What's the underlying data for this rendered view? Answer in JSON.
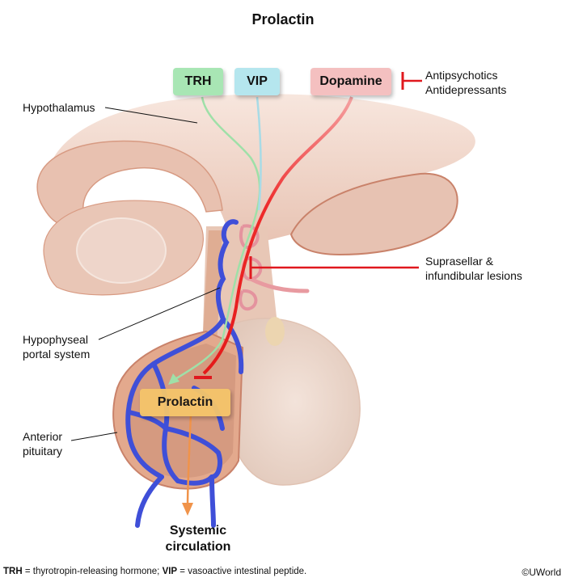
{
  "title": "Prolactin",
  "hormones": {
    "trh": {
      "label": "TRH",
      "color": "#a8e6b4"
    },
    "vip": {
      "label": "VIP",
      "color": "#b5e6ee"
    },
    "dopamine": {
      "label": "Dopamine",
      "color": "#f4c0c0"
    },
    "prolactin": {
      "label": "Prolactin",
      "color": "#f5c56a"
    }
  },
  "labels": {
    "hypothalamus": "Hypothalamus",
    "hypophyseal_line1": "Hypophyseal",
    "hypophyseal_line2": "portal system",
    "anterior_line1": "Anterior",
    "anterior_line2": "pituitary",
    "inhibitors_line1": "Antipsychotics",
    "inhibitors_line2": "Antidepressants",
    "lesions_line1": "Suprasellar &",
    "lesions_line2": "infundibular lesions",
    "systemic_line1": "Systemic",
    "systemic_line2": "circulation"
  },
  "colors": {
    "trh_path": "#9fe0a8",
    "vip_path": "#a8dbe6",
    "dopamine_path": "#ee2a2a",
    "inhibit": "#e0181e",
    "portal_vein": "#3f4fd8",
    "prolactin_path": "#f0934a",
    "tissue": "#ecc8b8",
    "tissue_dark": "#c9826a"
  },
  "footnote": {
    "abbr1": "TRH",
    "def1": " = thyrotropin-releasing hormone; ",
    "abbr2": "VIP",
    "def2": " = vasoactive intestinal peptide."
  },
  "copyright": "©UWorld"
}
